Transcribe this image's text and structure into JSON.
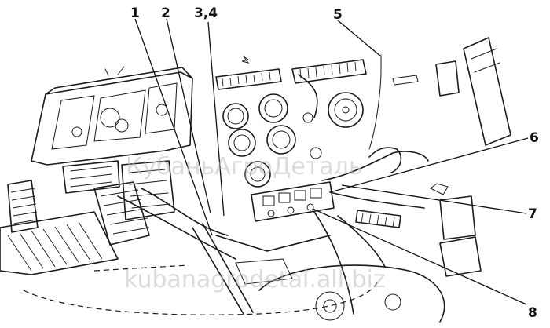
{
  "callouts": [
    {
      "id": "1",
      "label": "1"
    },
    {
      "id": "2",
      "label": "2"
    },
    {
      "id": "34",
      "label": "3,4"
    },
    {
      "id": "5",
      "label": "5"
    },
    {
      "id": "6",
      "label": "6"
    },
    {
      "id": "7",
      "label": "7"
    },
    {
      "id": "8",
      "label": "8"
    }
  ],
  "watermarks": {
    "center": "КубаньАгроДеталь",
    "bottom": "kubanagrodetal.all.biz"
  },
  "colors": {
    "ink": "#1a1a1a",
    "paper": "#ffffff",
    "watermark": "#bdbdbd"
  }
}
